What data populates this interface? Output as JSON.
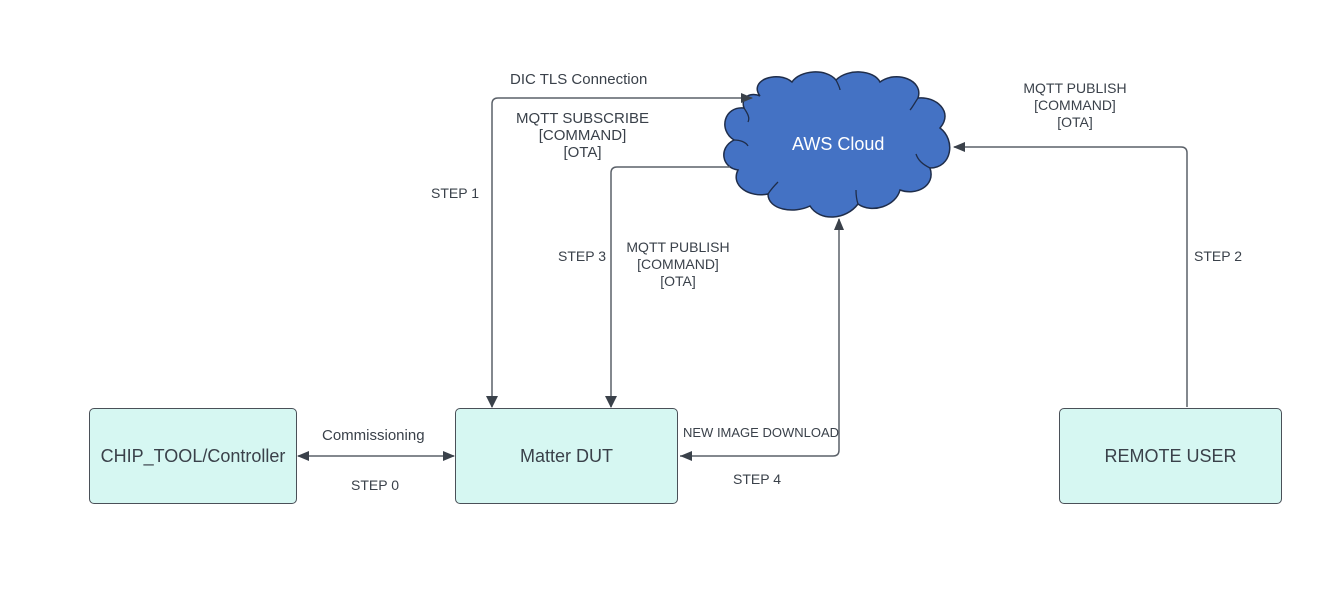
{
  "diagram": {
    "nodes": {
      "controller": {
        "label": "CHIP_TOOL/Controller"
      },
      "dut": {
        "label": "Matter DUT"
      },
      "remote_user": {
        "label": "REMOTE USER"
      },
      "cloud": {
        "label": "AWS Cloud"
      }
    },
    "edges": {
      "step0": {
        "label": "Commissioning",
        "step": "STEP 0"
      },
      "step1": {
        "label": "DIC TLS Connection",
        "sublabel_lines": [
          "MQTT SUBSCRIBE",
          "[COMMAND]",
          "[OTA]"
        ],
        "step": "STEP 1"
      },
      "step2": {
        "label_lines": [
          "MQTT PUBLISH",
          "[COMMAND]",
          "[OTA]"
        ],
        "step": "STEP 2"
      },
      "step3": {
        "label_lines": [
          "MQTT PUBLISH",
          "[COMMAND]",
          "[OTA]"
        ],
        "step": "STEP 3"
      },
      "step4": {
        "label": "NEW IMAGE DOWNLOAD",
        "step": "STEP 4"
      }
    },
    "colors": {
      "node_fill": "#d6f7f2",
      "node_border": "#4a5058",
      "cloud_fill": "#4472c4",
      "cloud_border": "#1f2d4a",
      "line": "#5a6068",
      "text": "#3a414a"
    }
  }
}
